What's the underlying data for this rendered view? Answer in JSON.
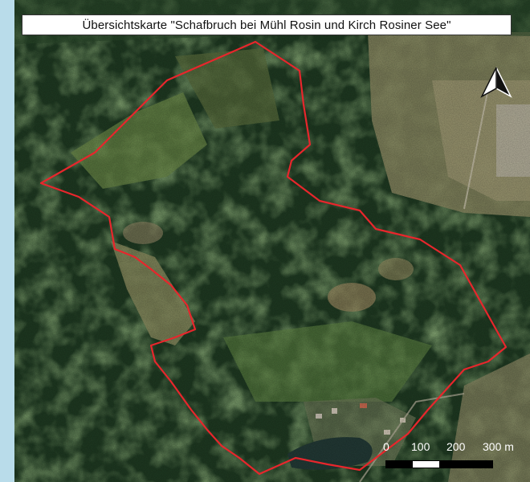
{
  "map": {
    "title": "Übersichtskarte \"Schafbruch bei Mühl Rosin und Kirch Rosiner See\"",
    "boundary_color": "#e8262c",
    "north_arrow": "north-arrow-icon",
    "scale": {
      "labels": [
        "0",
        "100",
        "200",
        "300 m"
      ],
      "colors": [
        "#000000",
        "#ffffff",
        "#000000",
        "#000000"
      ]
    }
  }
}
